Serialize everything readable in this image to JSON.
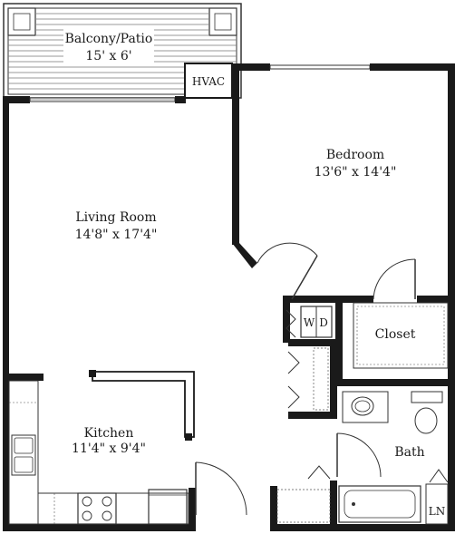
{
  "rooms": {
    "balcony": {
      "name": "Balcony/Patio",
      "dims": "15' x 6'"
    },
    "bedroom": {
      "name": "Bedroom",
      "dims": "13'6\" x 14'4\""
    },
    "living": {
      "name": "Living Room",
      "dims": "14'8\" x 17'4\""
    },
    "kitchen": {
      "name": "Kitchen",
      "dims": "11'4\" x 9'4\""
    },
    "closet": {
      "name": "Closet"
    },
    "bath": {
      "name": "Bath"
    }
  },
  "fixtures": {
    "hvac": "HVAC",
    "washer": "W",
    "dryer": "D",
    "linen": "LN"
  },
  "colors": {
    "wall": "#1a1a1a",
    "line": "#333333",
    "background": "#ffffff"
  }
}
